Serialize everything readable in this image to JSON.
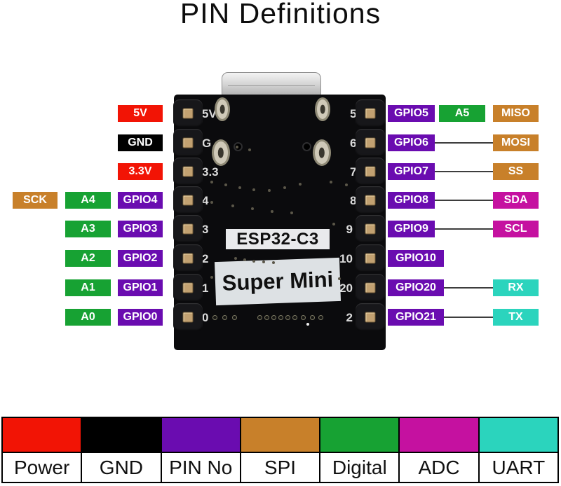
{
  "title": "PIN Definitions",
  "colors": {
    "power": "#f21405",
    "gnd": "#000000",
    "pin_no": "#6a0cb0",
    "spi": "#c8802a",
    "digital": "#17a233",
    "adc": "#c511a0",
    "uart": "#2bd4bd"
  },
  "board": {
    "chip": "ESP32-C3",
    "name": "Super Mini",
    "silk_left": [
      "5V",
      "G",
      "3.3",
      "4",
      "3",
      "2",
      "1",
      "0"
    ],
    "silk_right": [
      "5",
      "6",
      "7",
      "8",
      "9",
      "10",
      "20",
      "2"
    ]
  },
  "pins": {
    "left": {
      "v5": "5V",
      "gnd": "GND",
      "v33": "3.3V",
      "sck": "SCK",
      "a4": "A4",
      "gpio4": "GPIO4",
      "a3": "A3",
      "gpio3": "GPIO3",
      "a2": "A2",
      "gpio2": "GPIO2",
      "a1": "A1",
      "gpio1": "GPIO1",
      "a0": "A0",
      "gpio0": "GPIO0"
    },
    "right": {
      "gpio5": "GPIO5",
      "a5": "A5",
      "miso": "MISO",
      "gpio6": "GPIO6",
      "mosi": "MOSI",
      "gpio7": "GPIO7",
      "ss": "SS",
      "gpio8": "GPIO8",
      "sda": "SDA",
      "gpio9": "GPIO9",
      "scl": "SCL",
      "gpio10": "GPIO10",
      "gpio20": "GPIO20",
      "rx": "RX",
      "gpio21": "GPIO21",
      "tx": "TX"
    }
  },
  "legend": [
    {
      "label": "Power",
      "key": "power"
    },
    {
      "label": "GND",
      "key": "gnd"
    },
    {
      "label": "PIN No",
      "key": "pin_no"
    },
    {
      "label": "SPI",
      "key": "spi"
    },
    {
      "label": "Digital",
      "key": "digital"
    },
    {
      "label": "ADC",
      "key": "adc"
    },
    {
      "label": "UART",
      "key": "uart"
    }
  ]
}
